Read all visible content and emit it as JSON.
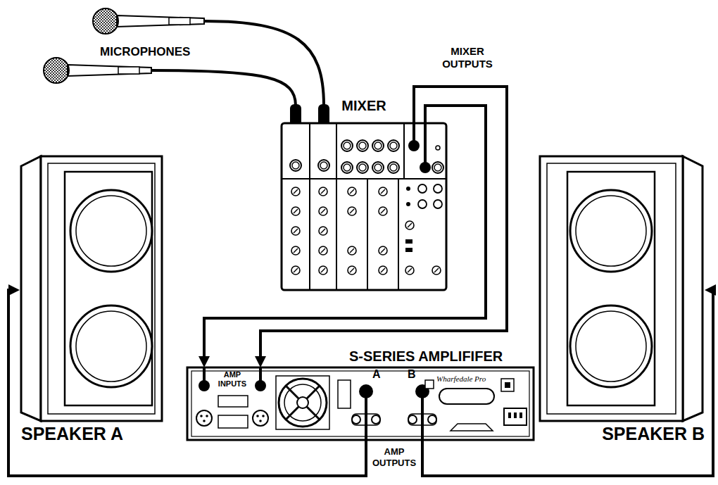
{
  "diagram": {
    "nodes": [
      {
        "text": [
          "MIXER"
        ]
      },
      {
        "text": [
          "SPEAKER A"
        ]
      },
      {
        "text": [
          "S-SERIES AMPLIFIFER",
          "AMP INPUTS",
          "A",
          "B",
          "Wharfedale Pro"
        ]
      },
      {
        "text": [
          "SPEAKER B"
        ]
      }
    ],
    "edges": [
      {
        "from": 0,
        "to": 2,
        "arrow": "to"
      },
      {
        "from": 0,
        "to": 2,
        "arrow": "to"
      },
      {
        "from": 2,
        "to": 1,
        "arrow": "to"
      },
      {
        "from": 2,
        "to": 3,
        "arrow": "to"
      }
    ],
    "labels": [
      "MICROPHONES",
      "MIXER OUTPUTS",
      "AMP OUTPUTS"
    ]
  }
}
